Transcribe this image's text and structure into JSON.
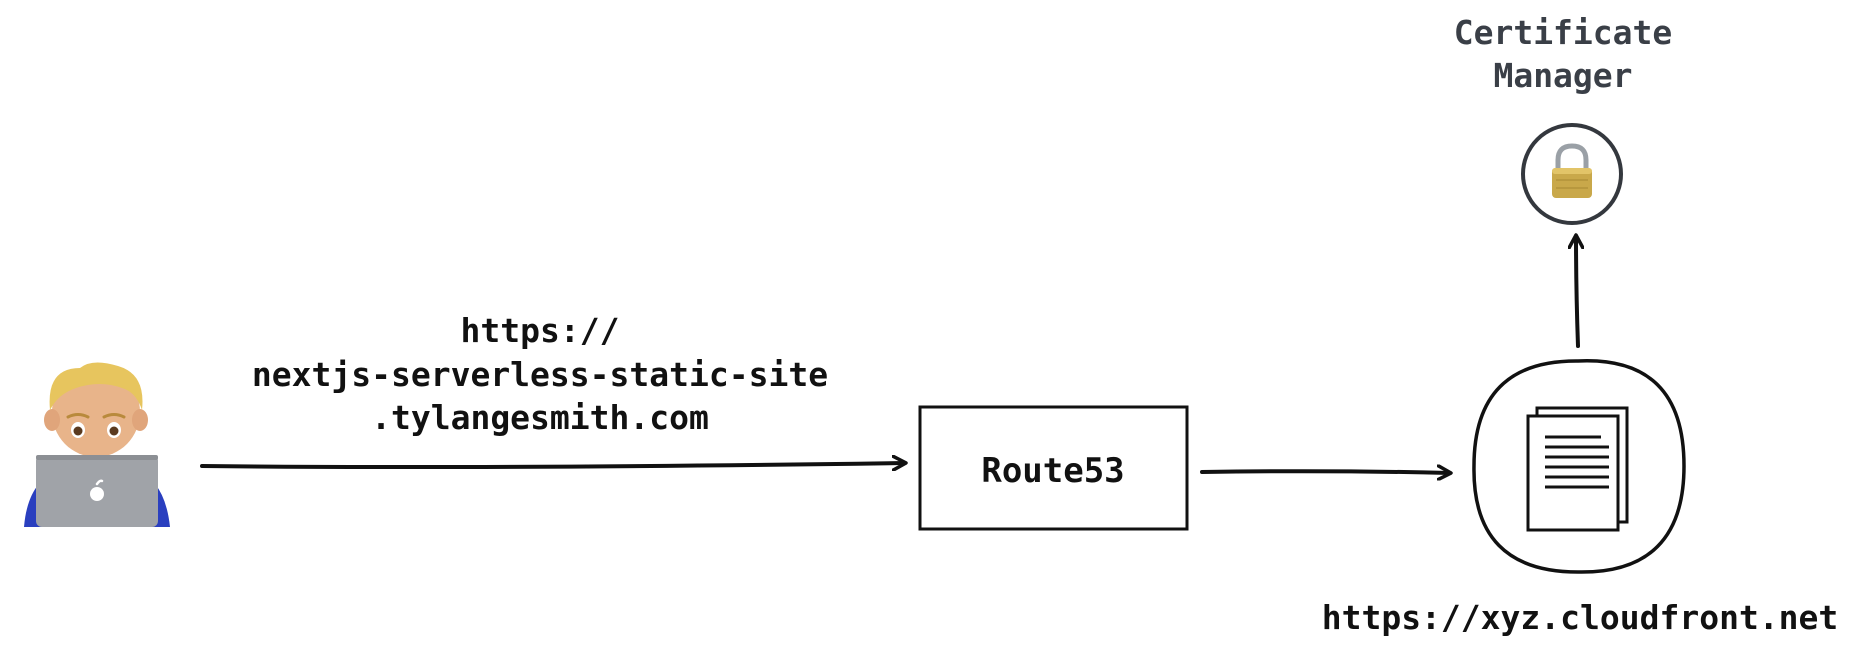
{
  "certificate_manager": {
    "label_line1": "Certificate",
    "label_line2": "Manager",
    "icon": "lock-icon"
  },
  "user": {
    "icon": "person-with-laptop-icon"
  },
  "request_url": {
    "line1": "https://",
    "line2": "nextjs-serverless-static-site",
    "line3": ".tylangesmith.com"
  },
  "route53": {
    "label": "Route53"
  },
  "cloudfront": {
    "icon": "documents-icon",
    "url_label": "https://xyz.cloudfront.net"
  },
  "colors": {
    "ink": "#111111",
    "muted": "#3a3f47",
    "lock_gold": "#c9a84a",
    "hair": "#e7c55e",
    "skin": "#e8b48a",
    "shirt": "#2a3fbf",
    "laptop": "#a0a3a8"
  }
}
